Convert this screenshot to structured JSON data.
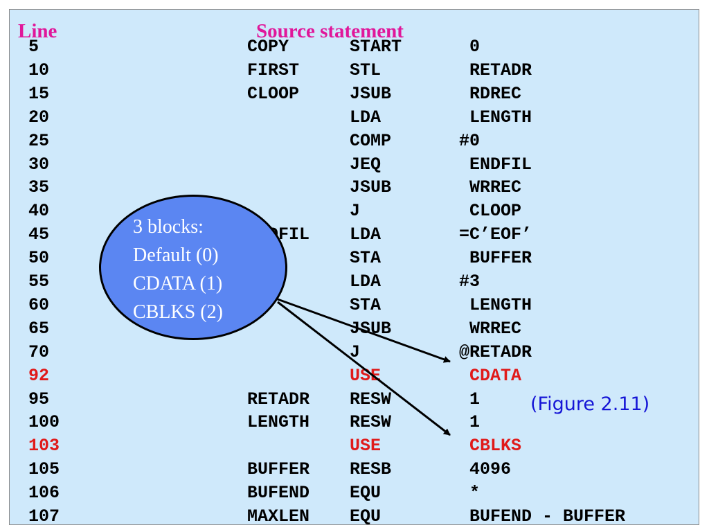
{
  "header": {
    "line_label": "Line",
    "source_label": "Source statement"
  },
  "rows": [
    {
      "line": "5",
      "label": "COPY",
      "op": "START",
      "operand": " 0",
      "highlight": false
    },
    {
      "line": "10",
      "label": "FIRST",
      "op": "STL",
      "operand": " RETADR",
      "highlight": false
    },
    {
      "line": "15",
      "label": "CLOOP",
      "op": "JSUB",
      "operand": " RDREC",
      "highlight": false
    },
    {
      "line": "20",
      "label": "",
      "op": "LDA",
      "operand": " LENGTH",
      "highlight": false
    },
    {
      "line": "25",
      "label": "",
      "op": "COMP",
      "operand": "#0",
      "highlight": false
    },
    {
      "line": "30",
      "label": "",
      "op": "JEQ",
      "operand": " ENDFIL",
      "highlight": false
    },
    {
      "line": "35",
      "label": "",
      "op": "JSUB",
      "operand": " WRREC",
      "highlight": false
    },
    {
      "line": "40",
      "label": "",
      "op": "J",
      "operand": " CLOOP",
      "highlight": false
    },
    {
      "line": "45",
      "label": "ENDFIL",
      "op": "LDA",
      "operand": "=C’EOF’",
      "highlight": false
    },
    {
      "line": "50",
      "label": "",
      "op": "STA",
      "operand": " BUFFER",
      "highlight": false
    },
    {
      "line": "55",
      "label": "",
      "op": "LDA",
      "operand": "#3",
      "highlight": false
    },
    {
      "line": "60",
      "label": "",
      "op": "STA",
      "operand": " LENGTH",
      "highlight": false
    },
    {
      "line": "65",
      "label": "",
      "op": "JSUB",
      "operand": " WRREC",
      "highlight": false
    },
    {
      "line": "70",
      "label": "",
      "op": "J",
      "operand": "@RETADR",
      "highlight": false
    },
    {
      "line": "92",
      "label": "",
      "op": "USE",
      "operand": " CDATA",
      "highlight": true
    },
    {
      "line": "95",
      "label": "RETADR",
      "op": "RESW",
      "operand": " 1",
      "highlight": false
    },
    {
      "line": "100",
      "label": "LENGTH",
      "op": "RESW",
      "operand": " 1",
      "highlight": false
    },
    {
      "line": "103",
      "label": "",
      "op": "USE",
      "operand": " CBLKS",
      "highlight": true
    },
    {
      "line": "105",
      "label": "BUFFER",
      "op": "RESB",
      "operand": " 4096",
      "highlight": false
    },
    {
      "line": "106",
      "label": "BUFEND",
      "op": "EQU",
      "operand": " *",
      "highlight": false
    },
    {
      "line": "107",
      "label": "MAXLEN",
      "op": "EQU",
      "operand": " BUFEND - BUFFER",
      "highlight": false
    }
  ],
  "callout": {
    "lines": [
      "3 blocks:",
      "Default (0)",
      "CDATA (1)",
      "CBLKS (2)"
    ],
    "fill_color": "#5b86f2"
  },
  "figure_ref": "(Figure 2.11)",
  "colors": {
    "header": "#e0179a",
    "highlight": "#e01a1a",
    "figure_ref": "#1515d6",
    "background": "#cfe9fb"
  }
}
